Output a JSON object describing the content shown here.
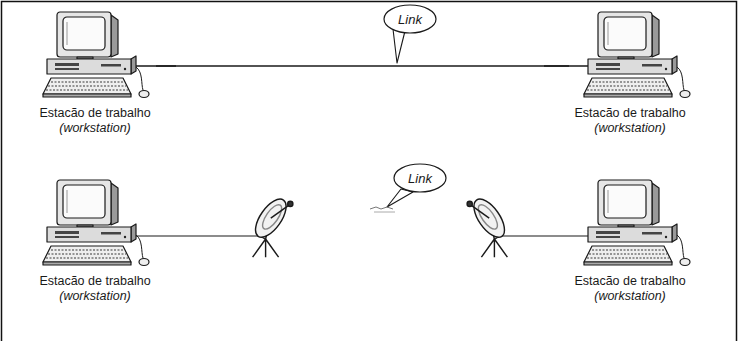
{
  "diagram": {
    "nodes": [
      {
        "text": [
          "Estacão de trabalho",
          "(workstation)"
        ]
      },
      {
        "text": [
          "Link"
        ]
      },
      {
        "text": [
          "Estacão de trabalho",
          "(workstation)"
        ]
      },
      {
        "text": [
          "Link"
        ]
      },
      {
        "text": [
          "Estacão de trabalho",
          "(workstation)"
        ]
      },
      {
        "text": [
          "Estacão de trabalho",
          "(workstation)"
        ]
      }
    ],
    "edges": [
      {
        "from": 0,
        "to": 2,
        "arrow": "none"
      }
    ]
  }
}
